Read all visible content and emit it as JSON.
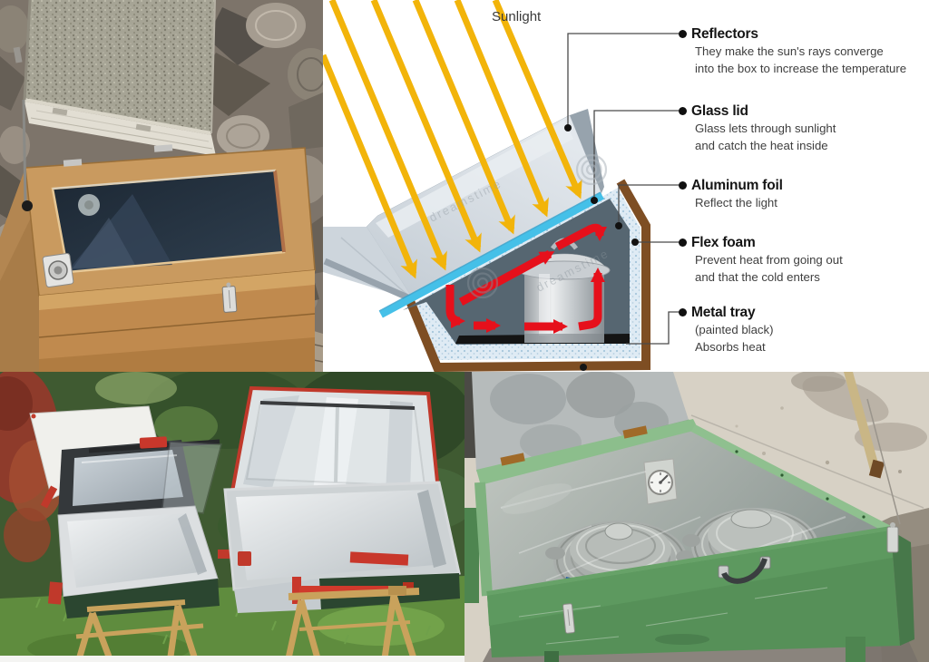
{
  "watermark": "dreamstime",
  "diagram": {
    "sunlight_label": "Sunlight",
    "labels": [
      {
        "title": "Reflectors",
        "lines": [
          "They make the sun's rays converge",
          "into the box to increase the temperature"
        ]
      },
      {
        "title": "Glass lid",
        "lines": [
          "Glass lets through sunlight",
          "and catch the heat inside"
        ]
      },
      {
        "title": "Aluminum foil",
        "lines": [
          "Reflect the light"
        ]
      },
      {
        "title": "Flex foam",
        "lines": [
          "Prevent heat from going out",
          "and that the cold enters"
        ]
      },
      {
        "title": "Metal tray",
        "lines": [
          "(painted black)",
          "Absorbs heat"
        ]
      }
    ],
    "colors": {
      "sun_ray": "#F2B40A",
      "glass": "#45C0E8",
      "box_wood": "#7E4E23",
      "insulation": "#DFEBF4",
      "interior": "#566671",
      "heat_arrow": "#E6101B",
      "tray": "#141414"
    }
  }
}
